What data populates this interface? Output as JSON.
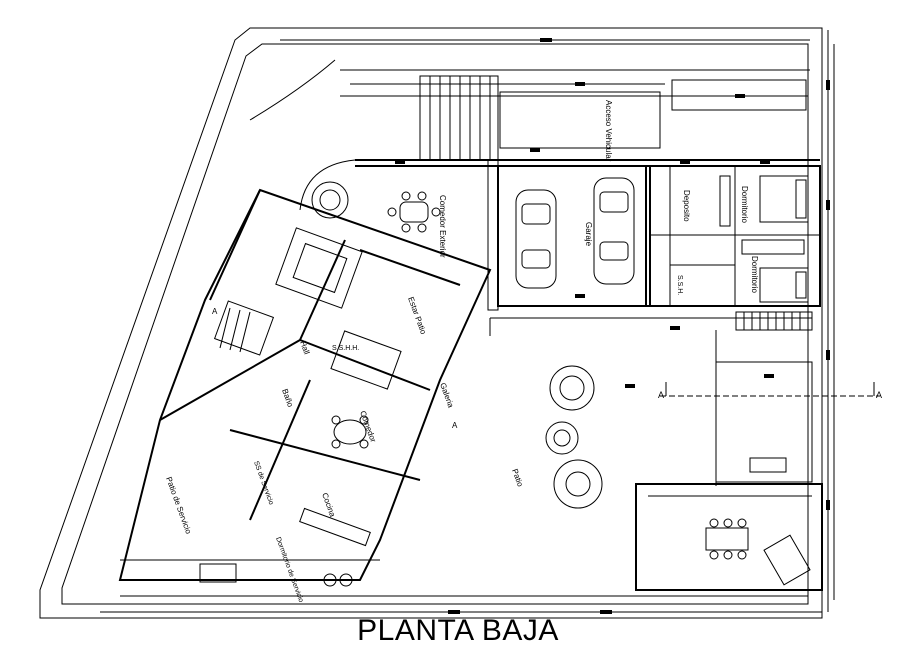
{
  "title": "PLANTA BAJA",
  "rooms": {
    "acceso_vehicular": "Acceso Vehicular",
    "comedor_exterior": "Comedor Exterior",
    "garaje": "Garaje",
    "deposito": "Deposito",
    "dormitorio_1": "Dormitorio",
    "dormitorio_2": "Dormitorio",
    "ssh": "S.S.H.",
    "estar": "Estar Patio",
    "hall": "Hall",
    "sshh": "S.S.H.H.",
    "galeria": "Galeria",
    "baño": "Baño",
    "comedor": "Comedor",
    "patio": "Patio",
    "patio_servicio": "Patio de Servicio",
    "ss_servicio": "SS de Servicio",
    "cocina": "Cocina",
    "dormitorio_servicio": "Dormitorio de Servicio"
  },
  "section_markers": [
    "A",
    "A",
    "A",
    "A"
  ]
}
